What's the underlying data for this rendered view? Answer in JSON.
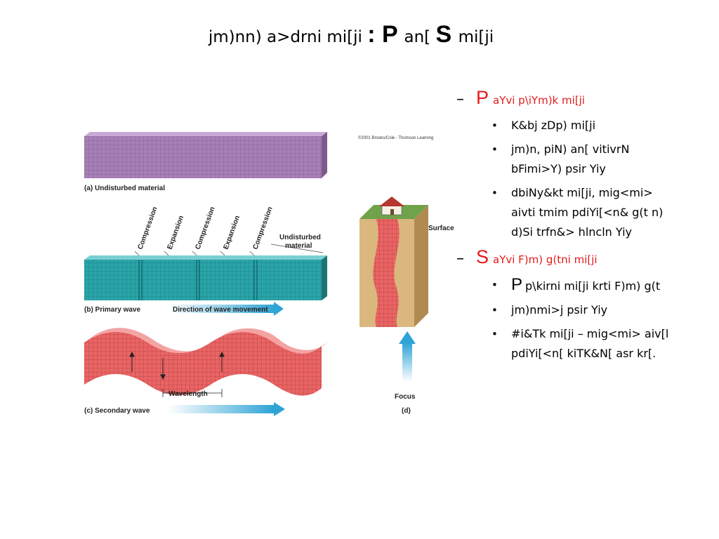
{
  "title": {
    "part1": "jm)nn) a>drni mi[ji ",
    "colon": ":",
    "p": " P ",
    "part2": "an[ ",
    "s": " S ",
    "part3": "mi[ji"
  },
  "figure": {
    "copyright": "©2001 Brooks/Cole - Thomson Learning",
    "a_label": "(a) Undisturbed material",
    "compression": "Compression",
    "expansion": "Expansion",
    "undisturbed_1": "Undisturbed",
    "undisturbed_2": "material",
    "b_label": "(b) Primary wave",
    "direction": "Direction of wave movement",
    "wavelength": "Wavelength",
    "c_label": "(c) Secondary wave",
    "surface": "Surface",
    "focus": "Focus",
    "d_label": "(d)",
    "colors": {
      "purple": "#a77fb6",
      "teal": "#2aa4a8",
      "red": "#e96565",
      "arrow": "#2ea3d6"
    }
  },
  "sections": [
    {
      "dash": "–",
      "letter": "P",
      "heading": "aYvi p\\iYm)k mi[ji",
      "items": [
        {
          "text": "K&bj zDp) mi[ji"
        },
        {
          "text": "jm)n, piN) an[ vitivrN bFimi>Y) psir Yiy"
        },
        {
          "text": "dbiNy&kt mi[ji, mig<mi> aivti tmim pdiYi[<n& g(t n) d)Si trfn&> hlncln Yiy"
        }
      ]
    },
    {
      "dash": "–",
      "letter": "S",
      "heading": "aYvi F)m) g(tni mi[ji",
      "items": [
        {
          "big": "P",
          "text": "p\\kirni mi[ji krti F)m) g(t"
        },
        {
          "text": "jm)nmi>j psir Yiy"
        },
        {
          "text": "#i&Tk mi[ji – mig<mi> aiv[l pdiYi[<n[ kiTK&N[ asr kr[."
        }
      ]
    }
  ]
}
